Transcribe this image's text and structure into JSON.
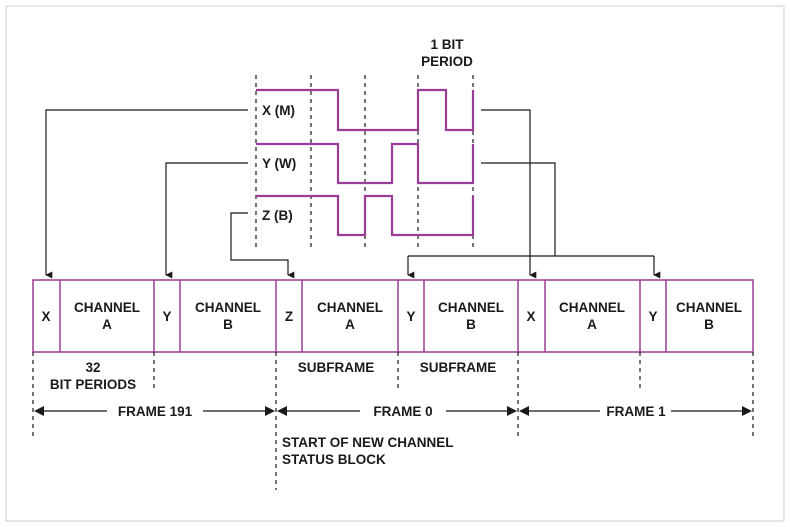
{
  "bit_period_label": [
    "1 BIT",
    "PERIOD"
  ],
  "preambles": {
    "x": "X (M)",
    "y": "Y (W)",
    "z": "Z (B)"
  },
  "cells": [
    {
      "text": [
        "X"
      ]
    },
    {
      "text": [
        "CHANNEL",
        "A"
      ]
    },
    {
      "text": [
        "Y"
      ]
    },
    {
      "text": [
        "CHANNEL",
        "B"
      ]
    },
    {
      "text": [
        "Z"
      ]
    },
    {
      "text": [
        "CHANNEL",
        "A"
      ]
    },
    {
      "text": [
        "Y"
      ]
    },
    {
      "text": [
        "CHANNEL",
        "B"
      ]
    },
    {
      "text": [
        "X"
      ]
    },
    {
      "text": [
        "CHANNEL",
        "A"
      ]
    },
    {
      "text": [
        "Y"
      ]
    },
    {
      "text": [
        "CHANNEL",
        "B"
      ]
    }
  ],
  "bit_periods_label": [
    "32",
    "BIT PERIODS"
  ],
  "subframe_labels": [
    "SUBFRAME",
    "SUBFRAME"
  ],
  "frames": [
    "FRAME 191",
    "FRAME 0",
    "FRAME 1"
  ],
  "block_start_label": [
    "START OF NEW CHANNEL",
    "STATUS BLOCK"
  ],
  "colors": {
    "waveform": "#9b3c97",
    "cell_border": "#9b3c97",
    "line": "#1a1a1a",
    "frame_border": "#cccccc"
  }
}
